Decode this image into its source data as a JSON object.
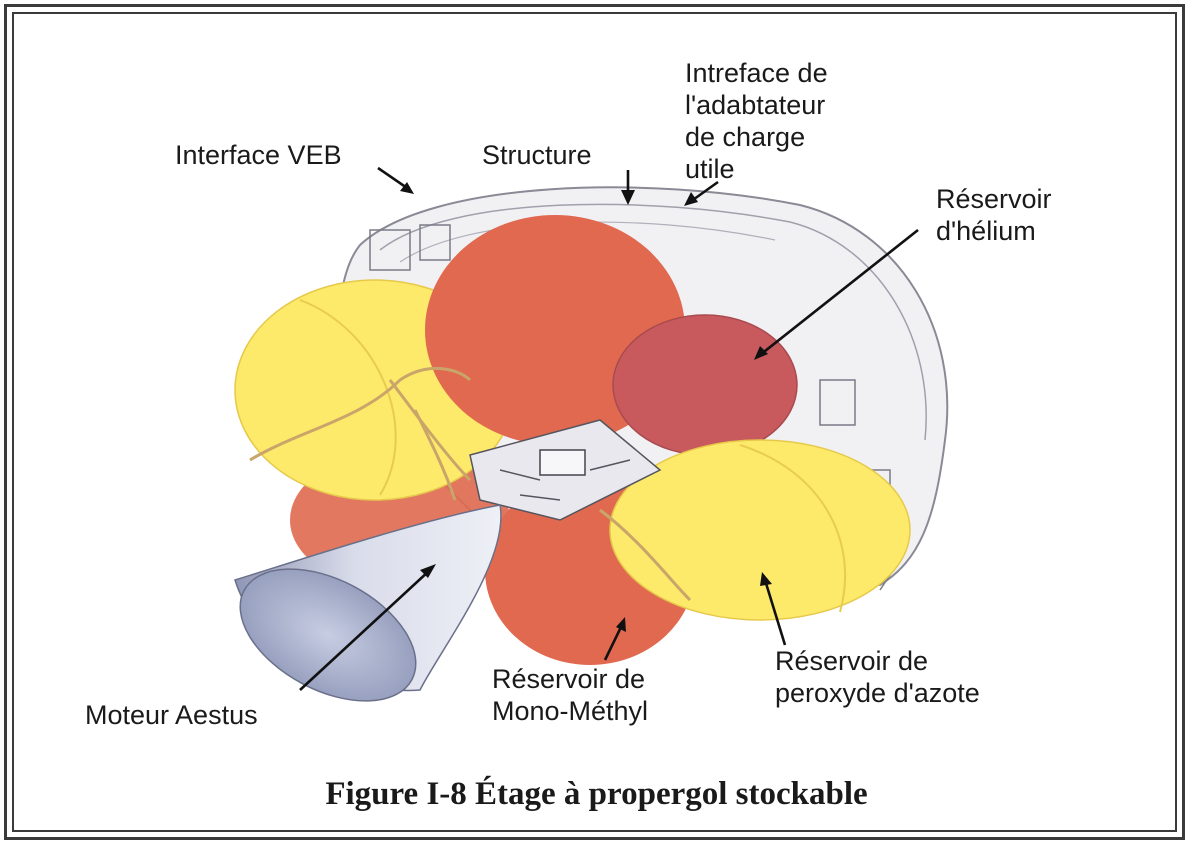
{
  "labels": {
    "interface_veb": "Interface VEB",
    "structure": "Structure",
    "intreface_line1": "Intreface de",
    "intreface_line2": "l'adabtateur",
    "intreface_line3": "de charge",
    "intreface_line4": "utile",
    "helium_line1": "Réservoir",
    "helium_line2": "d'hélium",
    "moteur": "Moteur Aestus",
    "mono_line1": "Réservoir de",
    "mono_line2": "Mono-Méthyl",
    "peroxyde_line1": "Réservoir de",
    "peroxyde_line2": "peroxyde d'azote"
  },
  "caption": "Figure I-8 Étage à propergol stockable",
  "colors": {
    "yellow_tank": "#fde96a",
    "orange_tank": "#e0694f",
    "helium_tank": "#c85a5e",
    "nozzle": "#c8cde0",
    "structure": "#f1f1f4"
  }
}
